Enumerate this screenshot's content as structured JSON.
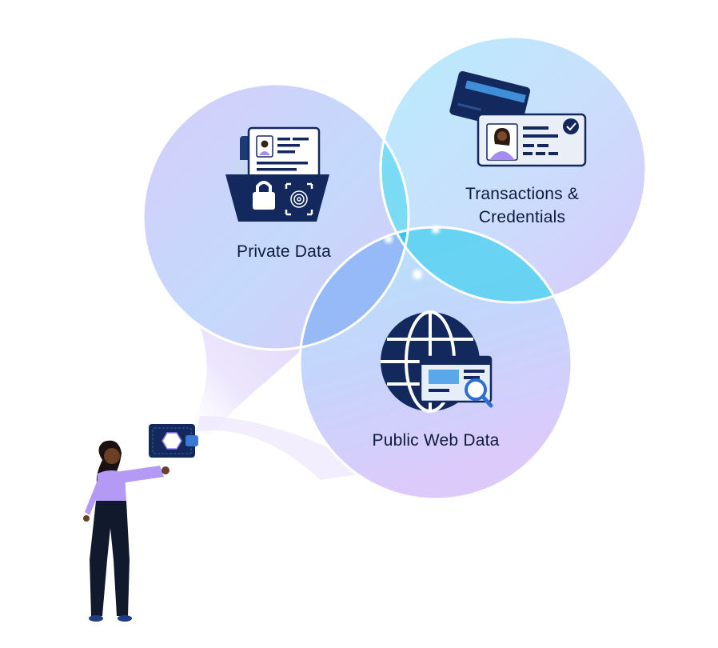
{
  "circles": {
    "private": {
      "label": "Private Data",
      "icon": "locked-data-folder-icon"
    },
    "transactions": {
      "label_line1": "Transactions &",
      "label_line2": "Credentials",
      "icon": "credit-card-and-id-card-icon"
    },
    "public": {
      "label": "Public Web Data",
      "icon": "globe-with-browser-search-icon"
    }
  },
  "person": {
    "icon": "person-holding-wallet-icon"
  },
  "colors": {
    "navy": "#13295e",
    "lavender": "#dcd0fb",
    "sky": "#bfe7fb",
    "cyan": "#5ad4f0",
    "violet": "#a58cf0"
  }
}
